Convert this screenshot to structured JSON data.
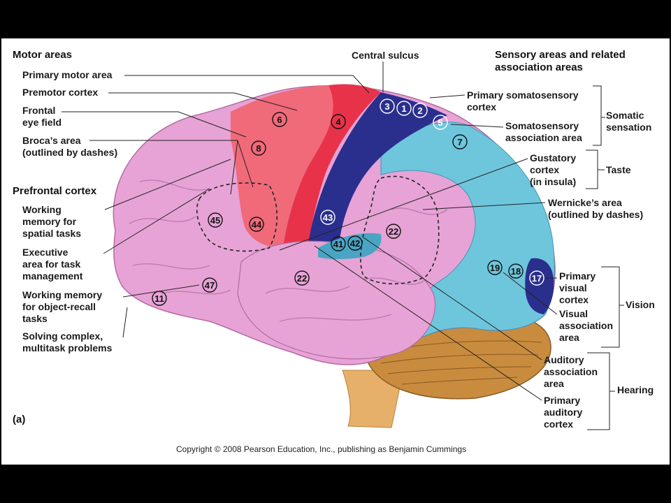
{
  "headers": {
    "motor": "Motor areas",
    "sensory": "Sensory areas and related\nassociation areas",
    "prefrontal": "Prefrontal cortex",
    "panel_letter": "(a)"
  },
  "labels": {
    "primary_motor": "Primary motor area",
    "premotor": "Premotor cortex",
    "frontal_eye": "Frontal\neye field",
    "broca": "Broca’s area\n(outlined by dashes)",
    "working_spatial": "Working\nmemory for\nspatial tasks",
    "executive": "Executive\narea for task\nmanagement",
    "working_object": "Working memory\nfor object-recall\ntasks",
    "solving": "Solving complex,\nmultitask problems",
    "central_sulcus": "Central sulcus",
    "primary_somato": "Primary somatosensory\ncortex",
    "somato_assoc": "Somatosensory\nassociation area",
    "gustatory": "Gustatory\ncortex\n(in insula)",
    "wernicke": "Wernicke’s area\n(outlined by dashes)",
    "primary_visual": "Primary\nvisual\ncortex",
    "visual_assoc": "Visual\nassociation\narea",
    "auditory_assoc": "Auditory\nassociation\narea",
    "primary_auditory": "Primary\nauditory\ncortex"
  },
  "groups": {
    "somatic": "Somatic\nsensation",
    "taste": "Taste",
    "vision": "Vision",
    "hearing": "Hearing"
  },
  "areas": [
    "6",
    "4",
    "3",
    "1",
    "2",
    "5",
    "7",
    "8",
    "45",
    "44",
    "43",
    "41",
    "42",
    "22",
    "22",
    "47",
    "11",
    "19",
    "18",
    "17"
  ],
  "copyright": "Copyright © 2008 Pearson Education, Inc., publishing as Benjamin Cummings",
  "colors": {
    "motor": "#e8324a",
    "premotor": "#f06a7a",
    "somatosensory": "#2a2f8e",
    "association": "#6ec6dc",
    "prefrontal": "#e7a3d6",
    "cerebellum": "#c98b3e",
    "brainstem": "#e6b06a"
  }
}
